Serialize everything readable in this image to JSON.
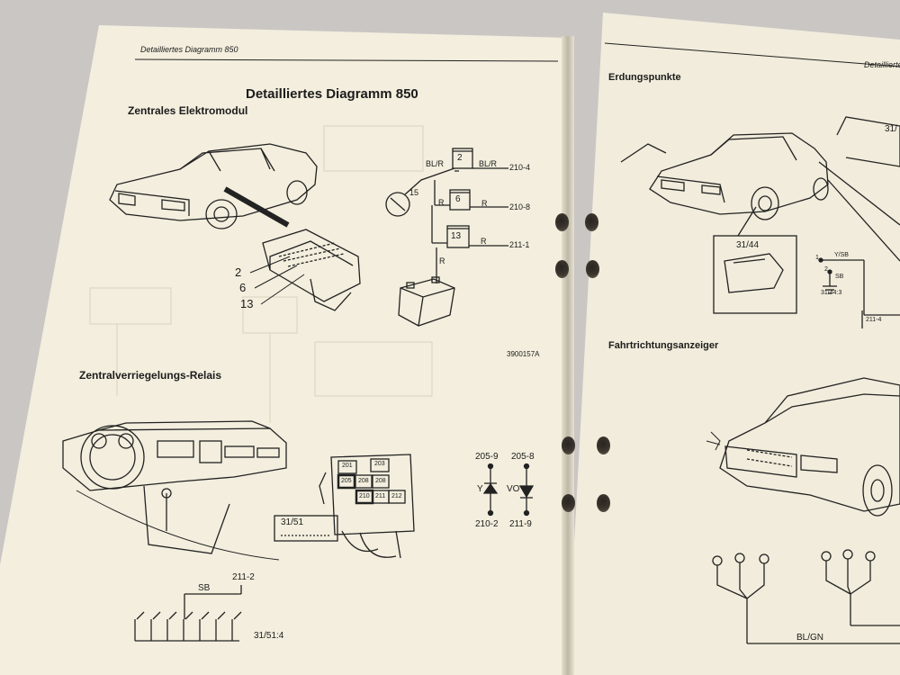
{
  "left_page": {
    "running_header": "Detailliertes Diagramm 850",
    "title": "Detailliertes Diagramm 850",
    "section_zem": {
      "heading": "Zentrales Elektromodul",
      "module_callouts": [
        "2",
        "6",
        "13"
      ],
      "fuse_labels": [
        "2",
        "6",
        "13"
      ],
      "ignition_label": "15",
      "wire_labels": [
        "BL/R",
        "BL/R",
        "R",
        "R",
        "R",
        "R"
      ],
      "destinations": [
        "210-4",
        "210-8",
        "211-1"
      ],
      "figure_number": "3900157A"
    },
    "section_relay": {
      "heading": "Zentralverriegelungs-Relais",
      "relay_numbers": [
        "201",
        "203",
        "205",
        "208",
        "208",
        "210",
        "211",
        "212"
      ],
      "connector_label": "31/51",
      "diode_left": {
        "top": "205-9",
        "wire": "Y",
        "bottom": "210-2"
      },
      "diode_right": {
        "top": "205-8",
        "wire": "VO",
        "bottom": "211-9"
      },
      "harness_top": "211-2",
      "harness_wire": "SB",
      "harness_bottom": "31/51:4"
    }
  },
  "right_page": {
    "running_header": "Detailliertes",
    "section_ground": {
      "heading": "Erdungspunkte",
      "detail_label": "31/44",
      "wire_label": "Y/SB",
      "pin_1": "1",
      "pin_2": "2",
      "pin_sb": "SB",
      "ground_ref": "31/44:3",
      "bottom_ref": "211-4",
      "corner_label": "31/"
    },
    "section_turn": {
      "heading": "Fahrtrichtungsanzeiger",
      "wire_label": "BL/GN"
    }
  }
}
